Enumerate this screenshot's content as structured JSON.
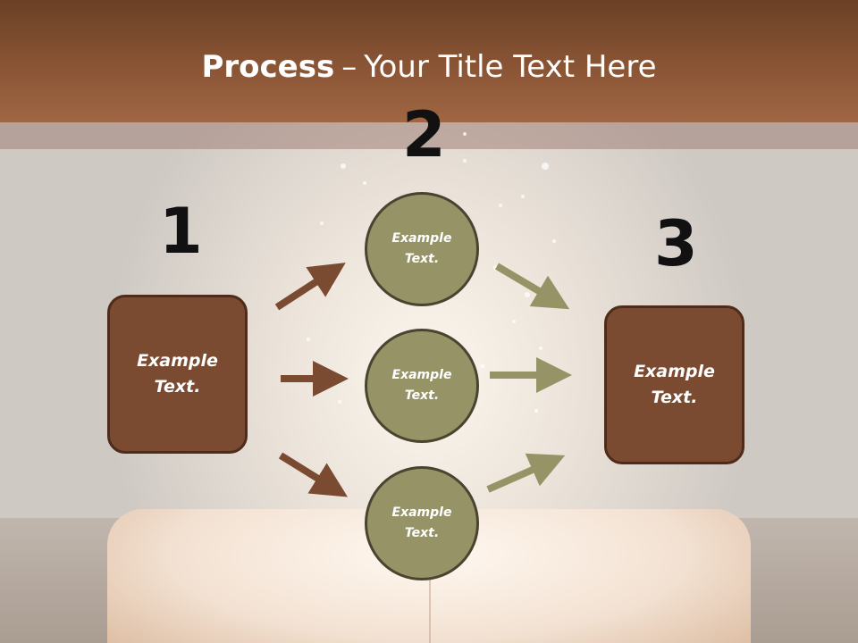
{
  "title": {
    "bold": "Process",
    "dash": "–",
    "rest": "Your Title Text Here"
  },
  "steps": {
    "one": "1",
    "two": "2",
    "three": "3"
  },
  "left_box": {
    "line1": "Example",
    "line2": "Text."
  },
  "right_box": {
    "line1": "Example",
    "line2": "Text."
  },
  "circles": [
    {
      "line1": "Example",
      "line2": "Text."
    },
    {
      "line1": "Example",
      "line2": "Text."
    },
    {
      "line1": "Example",
      "line2": "Text."
    }
  ],
  "colors": {
    "header": "#8a5535",
    "box_fill": "#7a4a31",
    "circle_fill": "#969467",
    "arrow_brown": "#7a4a31",
    "arrow_olive": "#969467"
  }
}
